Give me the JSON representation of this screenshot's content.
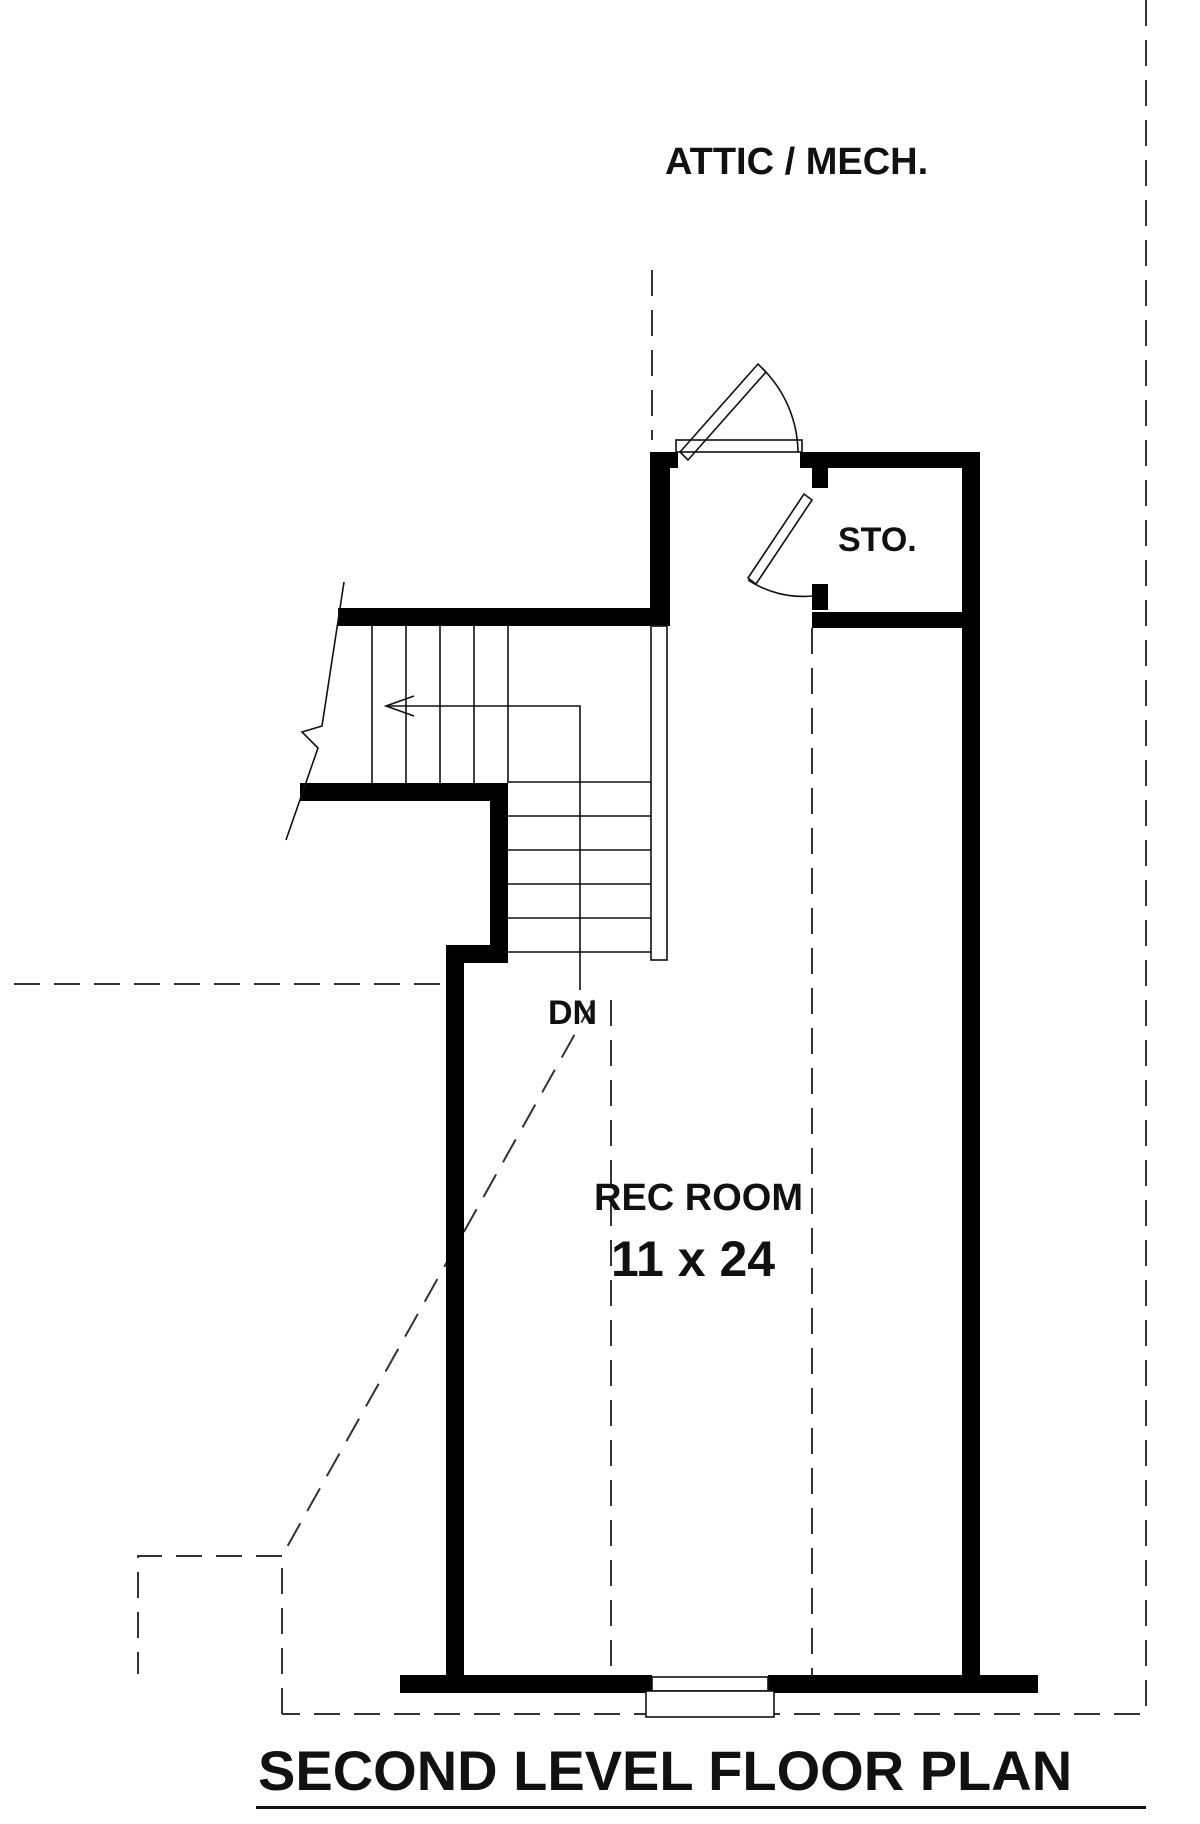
{
  "labels": {
    "attic": "ATTIC / MECH.",
    "storage": "STO.",
    "stair_direction": "DN",
    "room_name": "REC ROOM",
    "room_size": "11 x 24",
    "plan_title": "SECOND LEVEL FLOOR PLAN"
  },
  "colors": {
    "wall": "#000000",
    "line": "#111111",
    "background": "#ffffff"
  }
}
